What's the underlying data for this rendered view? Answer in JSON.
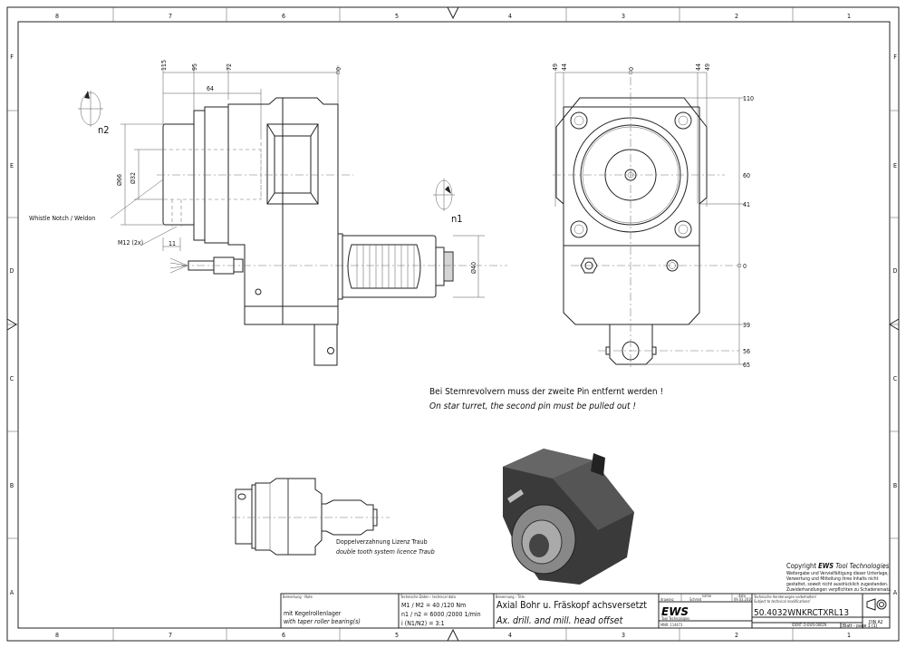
{
  "frame": {
    "columns": [
      "8",
      "7",
      "6",
      "5",
      "4",
      "3",
      "2",
      "1"
    ],
    "rows": [
      "F",
      "E",
      "D",
      "C",
      "B",
      "A"
    ]
  },
  "side_view": {
    "dims_top": [
      "115",
      "95",
      "72",
      "0"
    ],
    "dim_64": "64",
    "dia_66": "Ø66",
    "dia_32": "Ø32",
    "dia_40": "Ø40",
    "dim_11": "11",
    "whistle_notch": "Whistle Notch / Weldon",
    "m12": "M12 (2x)",
    "n2": "n2",
    "n1": "n1"
  },
  "front_view": {
    "dims_top": [
      "49",
      "44",
      "0",
      "44",
      "49"
    ],
    "dims_right": [
      "110",
      "60",
      "41",
      "0",
      "39",
      "56",
      "65"
    ]
  },
  "notes": {
    "de": "Bei Sternrevolvern muss der zweite Pin entfernt werden !",
    "en": "On star turret, the second pin must be pulled out !"
  },
  "double_tooth": {
    "de": "Doppelverzahnung Lizenz Traub",
    "en": "double tooth system licence Traub"
  },
  "copyright": {
    "title_prefix": "Copyright",
    "title_brand": "EWS",
    "title_suffix": "Tool Technologies",
    "lines": [
      "Weitergabe und Vervielfältigung dieser Unterlage,",
      "Verwertung und Mitteilung ihres Inhalts nicht",
      "gestattet, soweit nicht ausdrücklich zugestanden.",
      "Zuwiderhandlungen verpflichten zu Schadenersatz."
    ]
  },
  "title_block": {
    "remarks_header": "Bemerkung - Note",
    "remarks_de": "mit Kegelrollenlager",
    "remarks_en": "with taper roller bearing(s)",
    "tech_header": "Technische Daten - technical data",
    "tech_line1": "M1 / M2 = 40  /120 Nm",
    "tech_line2": "n1 / n2 = 6000 /2000  1/min",
    "tech_line3": "i  (N1/N2) = 3:1",
    "title_header": "Benennung - Title",
    "title_de": "Axial Bohr u. Fräskopf achsversetzt",
    "title_en": "Ax. drill. and mill. head offset",
    "name_header": "name",
    "date_header": "date",
    "drawing_label": "drawing",
    "drawn_by": "Schmid",
    "date": "09.03.2010",
    "ews_logo": "EWS",
    "ews_sub": "Tool Technologies",
    "changes_de": "Technische Aenderungen vorbehalten!",
    "changes_en": "Subject to technical modifications!",
    "part_number": "50.4032WNKRCTXRL13",
    "din": "DIN A2",
    "mnr": "MNR: 114473",
    "ident": "IDENT: D-EWS-0862N -",
    "sheet": "Blatt - page  1 (1)"
  }
}
